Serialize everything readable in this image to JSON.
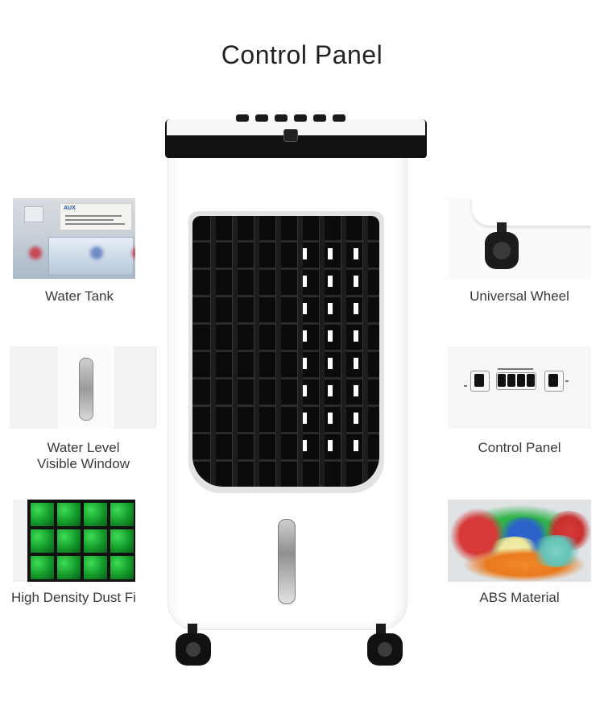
{
  "title": "Control Panel",
  "features": {
    "water_tank": "Water Tank",
    "water_level_line1": "Water Level",
    "water_level_line2": "Visible Window",
    "dust_filter": "High Density Dust Filter",
    "universal_wheel": "Universal Wheel",
    "control_panel": "Control Panel",
    "abs_material": "ABS Material"
  },
  "tank_label": "AUX"
}
